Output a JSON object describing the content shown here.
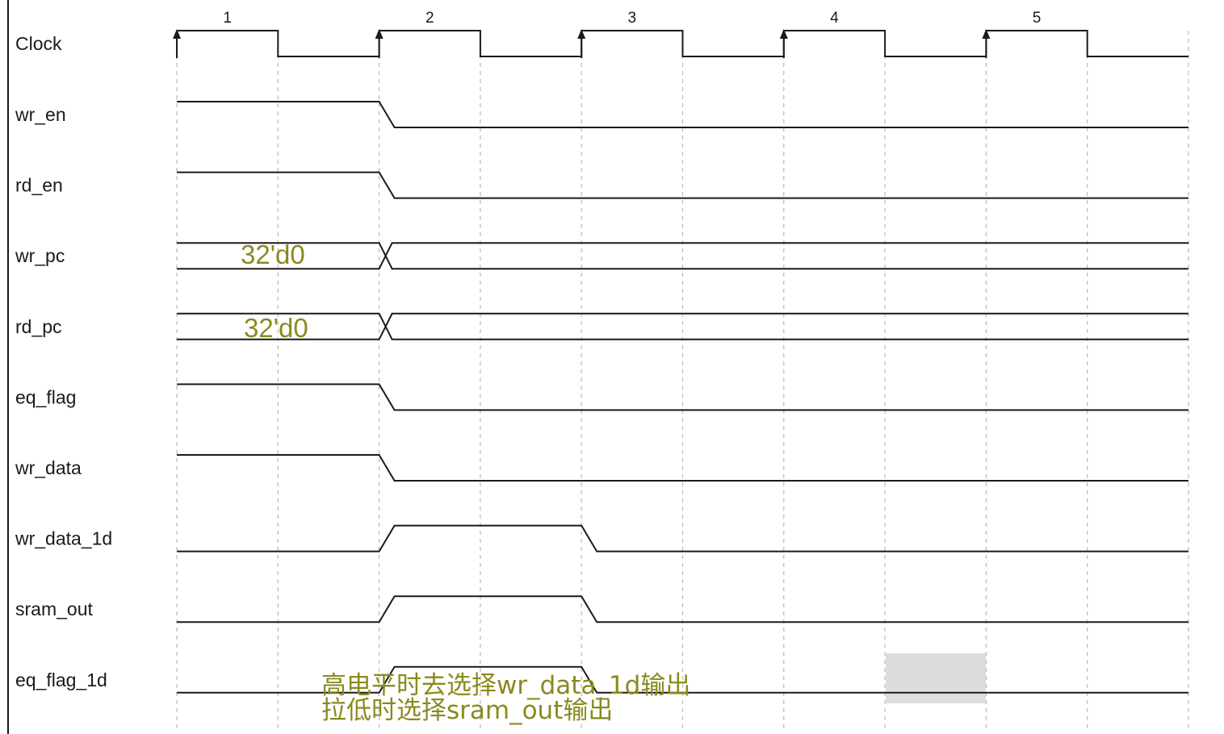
{
  "clock": {
    "name": "Clock",
    "cycle_labels": [
      "1",
      "2",
      "3",
      "4",
      "5"
    ]
  },
  "signals": [
    {
      "name": "wr_en",
      "kind": "bit",
      "levels": [
        1,
        0,
        0,
        0,
        0
      ]
    },
    {
      "name": "rd_en",
      "kind": "bit",
      "levels": [
        1,
        0,
        0,
        0,
        0
      ]
    },
    {
      "name": "wr_pc",
      "kind": "bus",
      "values": [
        "32'd0",
        "",
        "",
        "",
        ""
      ]
    },
    {
      "name": "rd_pc",
      "kind": "bus",
      "values": [
        "32'd0",
        "",
        "",
        "",
        ""
      ]
    },
    {
      "name": "eq_flag",
      "kind": "bit",
      "levels": [
        1,
        0,
        0,
        0,
        0
      ]
    },
    {
      "name": "wr_data",
      "kind": "bit",
      "levels": [
        1,
        0,
        0,
        0,
        0
      ]
    },
    {
      "name": "wr_data_1d",
      "kind": "bit",
      "levels": [
        0,
        1,
        0,
        0,
        0
      ]
    },
    {
      "name": "sram_out",
      "kind": "bit",
      "levels": [
        0,
        1,
        0,
        0,
        0
      ]
    },
    {
      "name": "eq_flag_1d",
      "kind": "bit",
      "levels": [
        0,
        1,
        0,
        0,
        0
      ]
    }
  ],
  "annotation": {
    "line1": "高电平时去选择wr_data_1d输出",
    "line2": "拉低时选择sram_out输出"
  },
  "colors": {
    "wave": "#1a1a1a",
    "grid": "#b8b8b8",
    "annotation": "#8a8a1e",
    "highlight": "#dddddd"
  }
}
